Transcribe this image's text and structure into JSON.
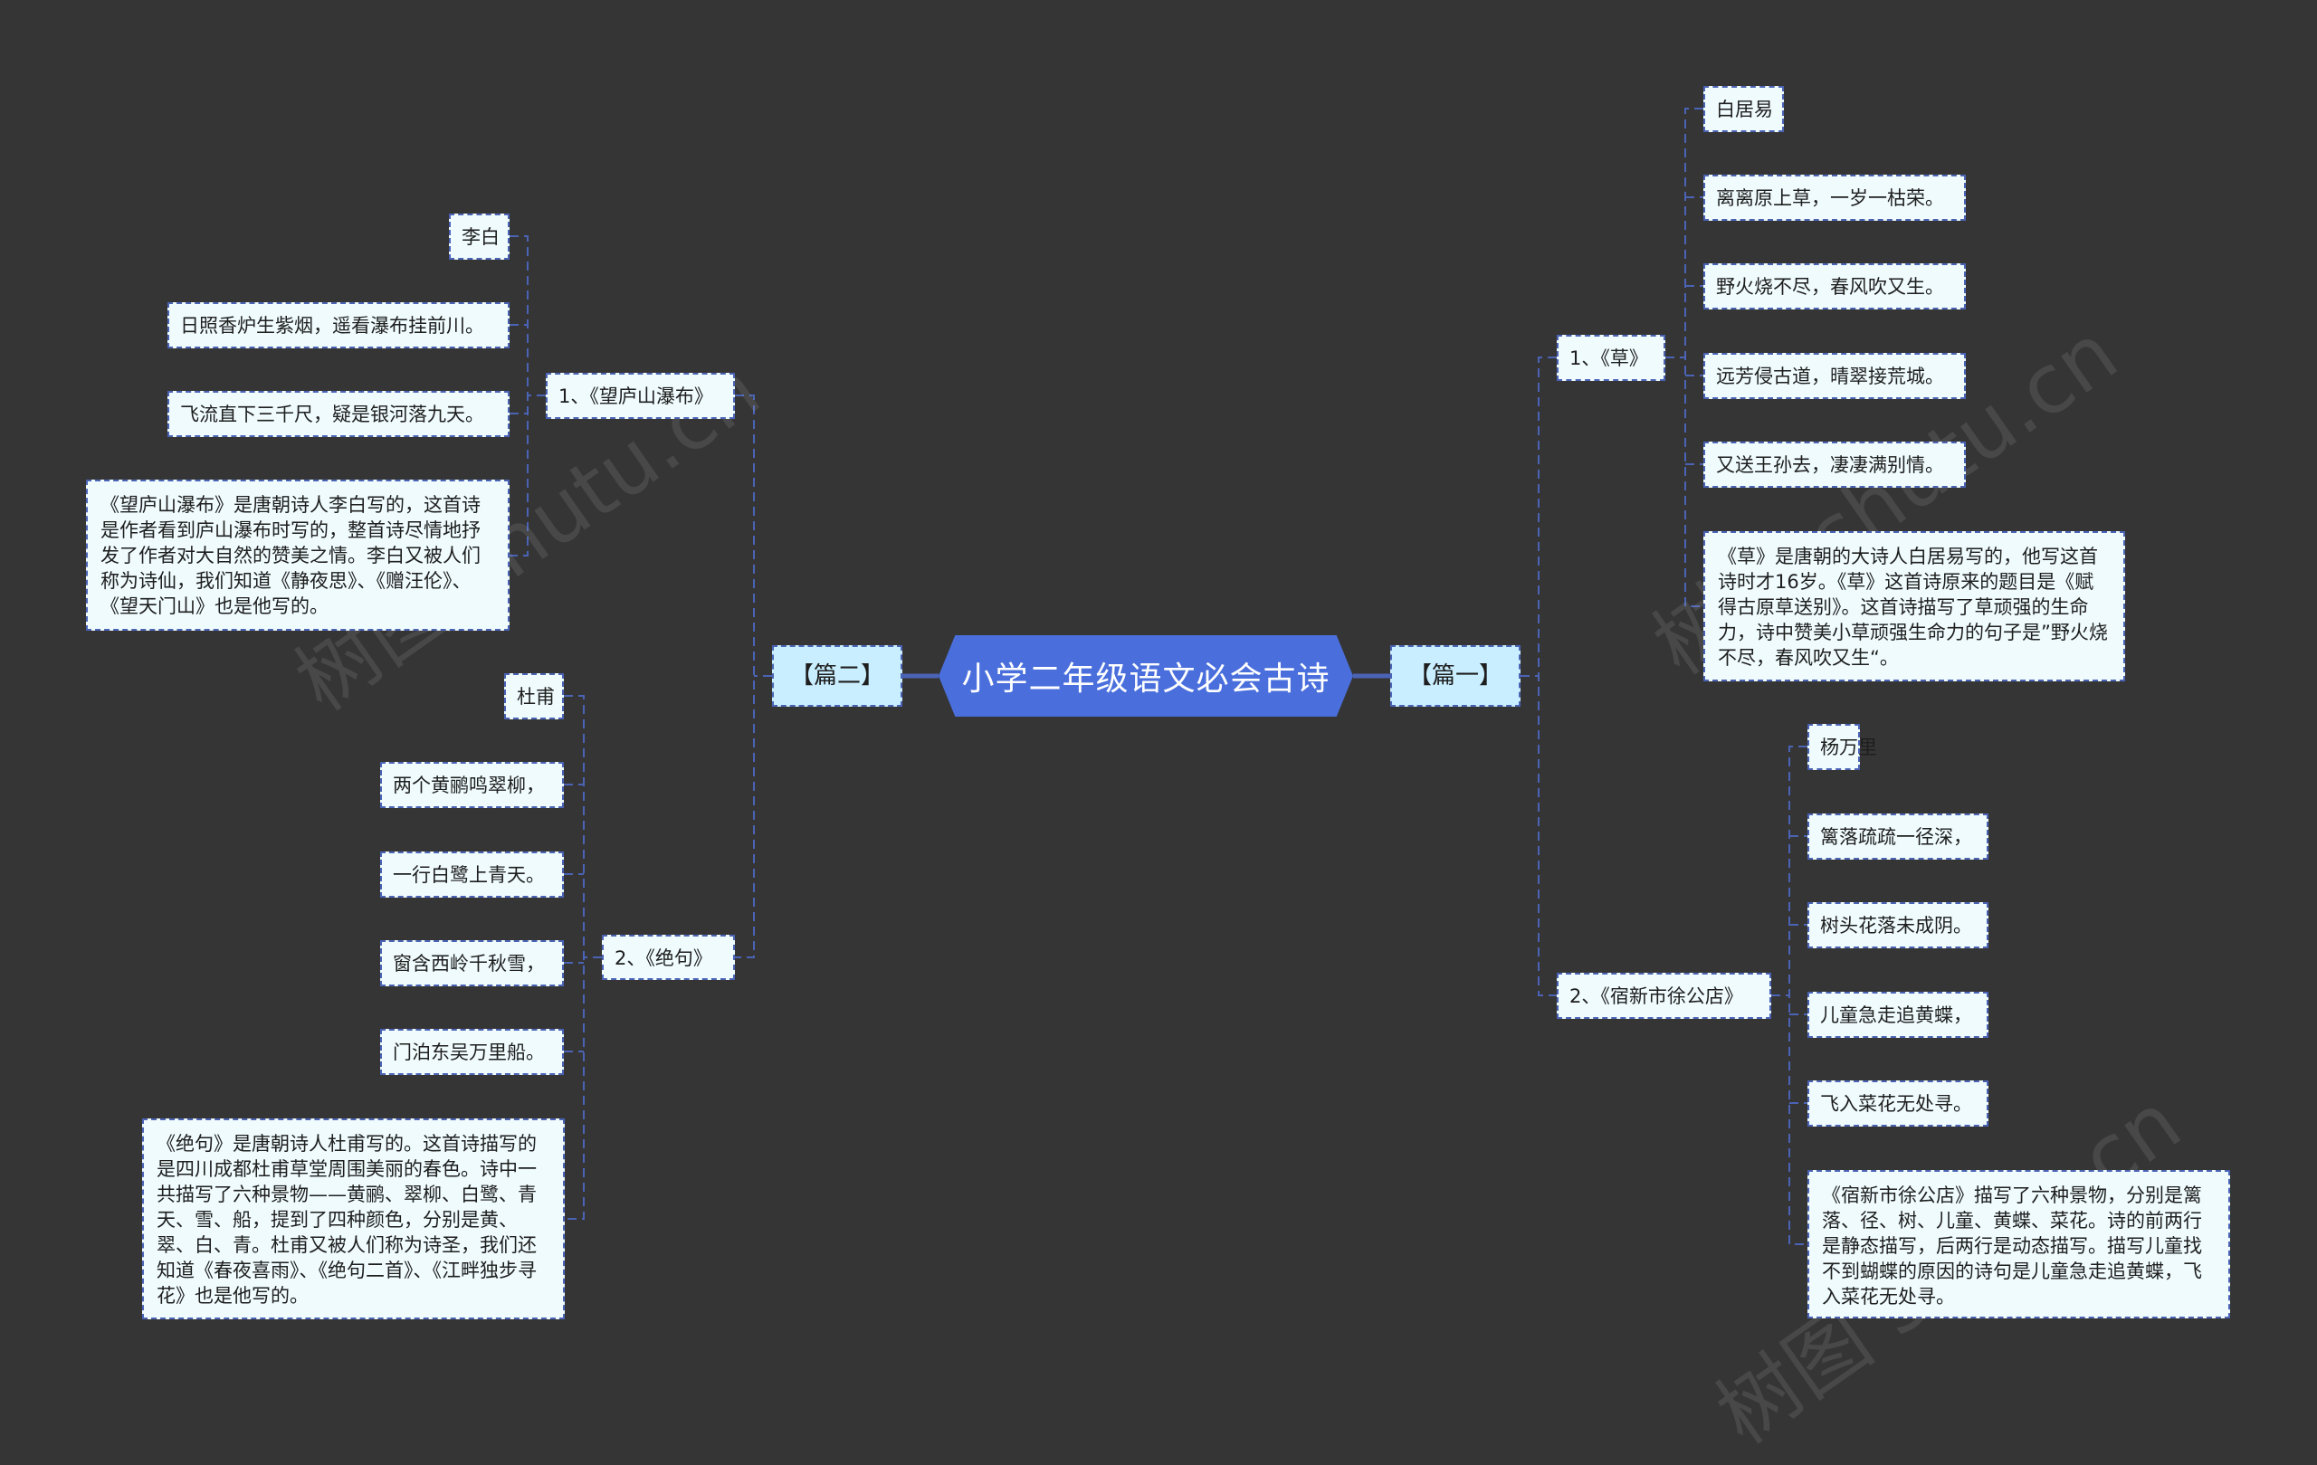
{
  "title": "小学二年级语文必会古诗",
  "colors": {
    "background": "#363536",
    "center_fill": "#4a6fdc",
    "level1_fill": "#c9eeff",
    "leaf_fill": "#effbfd",
    "connector": "#4a63b5"
  },
  "watermark": "树图 shutu.cn",
  "right": {
    "label": "【篇一】",
    "poems": [
      {
        "title": "1、《草》",
        "children": [
          "白居易",
          "离离原上草，一岁一枯荣。",
          "野火烧不尽，春风吹又生。",
          "远芳侵古道，晴翠接荒城。",
          "又送王孙去，凄凄满别情。",
          "《草》是唐朝的大诗人白居易写的，他写这首诗时才16岁。《草》这首诗原来的题目是《赋得古原草送别》。这首诗描写了草顽强的生命力，诗中赞美小草顽强生命力的句子是”野火烧不尽，春风吹又生“。"
        ]
      },
      {
        "title": "2、《宿新市徐公店》",
        "children": [
          "杨万里",
          "篱落疏疏一径深，",
          "树头花落未成阴。",
          "儿童急走追黄蝶，",
          "飞入菜花无处寻。",
          "《宿新市徐公店》描写了六种景物，分别是篱落、径、树、儿童、黄蝶、菜花。诗的前两行是静态描写，后两行是动态描写。描写儿童找不到蝴蝶的原因的诗句是儿童急走追黄蝶，飞入菜花无处寻。"
        ]
      }
    ]
  },
  "left": {
    "label": "【篇二】",
    "poems": [
      {
        "title": "1、《望庐山瀑布》",
        "children": [
          "李白",
          "日照香炉生紫烟，遥看瀑布挂前川。",
          "飞流直下三千尺，疑是银河落九天。",
          "《望庐山瀑布》是唐朝诗人李白写的，这首诗是作者看到庐山瀑布时写的，整首诗尽情地抒发了作者对大自然的赞美之情。李白又被人们称为诗仙，我们知道《静夜思》、《赠汪伦》、《望天门山》也是他写的。"
        ]
      },
      {
        "title": "2、《绝句》",
        "children": [
          "杜甫",
          "两个黄鹂鸣翠柳，",
          "一行白鹭上青天。",
          "窗含西岭千秋雪，",
          "门泊东吴万里船。",
          "《绝句》是唐朝诗人杜甫写的。这首诗描写的是四川成都杜甫草堂周围美丽的春色。诗中一共描写了六种景物——黄鹂、翠柳、白鹭、青天、雪、船，提到了四种颜色，分别是黄、翠、白、青。杜甫又被人们称为诗圣，我们还知道《春夜喜雨》、《绝句二首》、《江畔独步寻花》也是他写的。"
        ]
      }
    ]
  }
}
